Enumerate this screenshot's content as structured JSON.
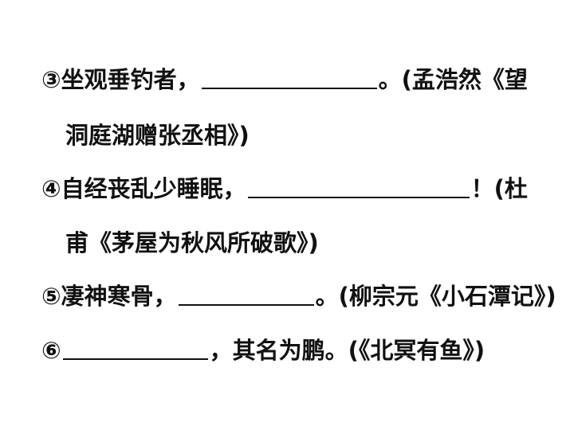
{
  "items": [
    {
      "marker": "③",
      "before": "坐观垂钓者，",
      "after": "。(孟浩然《望",
      "continuation": "洞庭湖赠张丞相》)"
    },
    {
      "marker": "④",
      "before": "自经丧乱少睡眠，",
      "after": "！(杜",
      "continuation": "甫《茅屋为秋风所破歌》)"
    },
    {
      "marker": "⑤",
      "before": "凄神寒骨，",
      "after": "。(柳宗元《小石潭记》)"
    },
    {
      "marker": "⑥",
      "before": "",
      "after": "，其名为鹏。(《北冥有鱼》)"
    }
  ]
}
